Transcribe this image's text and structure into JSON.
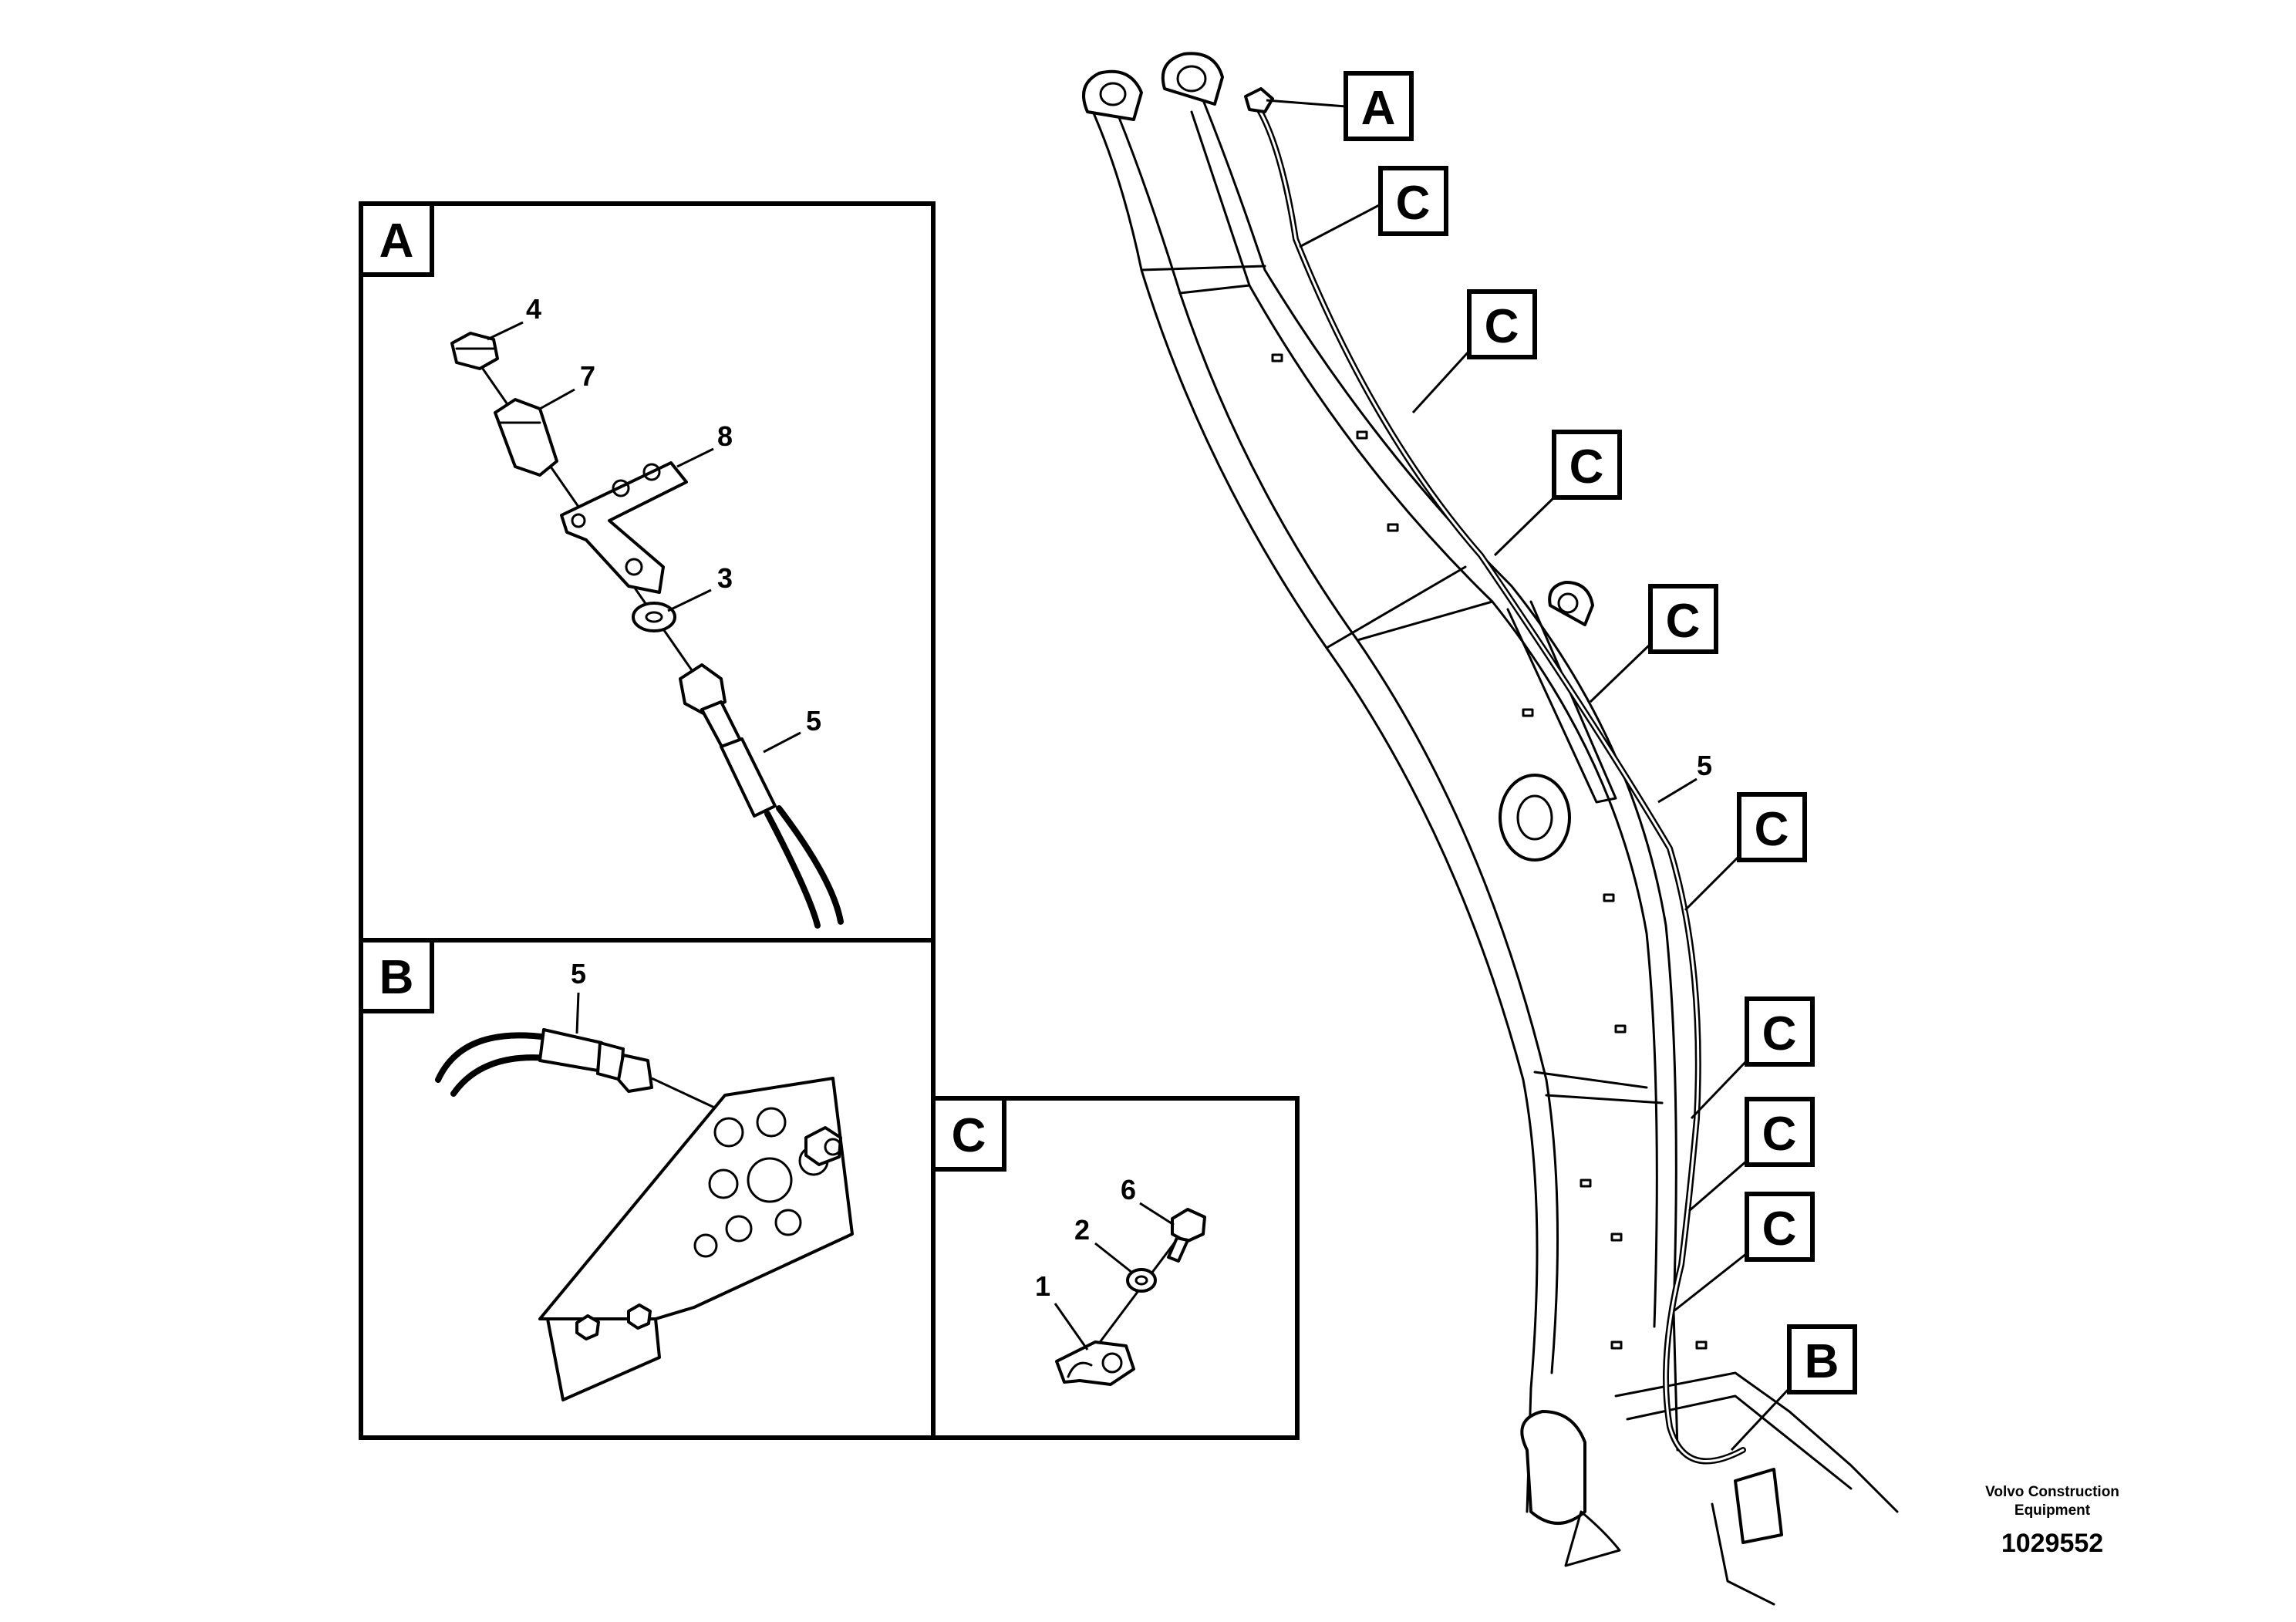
{
  "detail_views": {
    "a": {
      "label": "A",
      "callouts": [
        "4",
        "7",
        "8",
        "3",
        "5"
      ]
    },
    "b": {
      "label": "B",
      "callouts": [
        "5"
      ]
    },
    "c": {
      "label": "C",
      "callouts": [
        "6",
        "2",
        "1"
      ]
    }
  },
  "main_view": {
    "tags": [
      "A",
      "C",
      "C",
      "C",
      "C",
      "C",
      "C",
      "C",
      "C",
      "B"
    ],
    "hose_callout": "5"
  },
  "credit": {
    "line1": "Volvo Construction",
    "line2": "Equipment"
  },
  "document_number": "1029552"
}
